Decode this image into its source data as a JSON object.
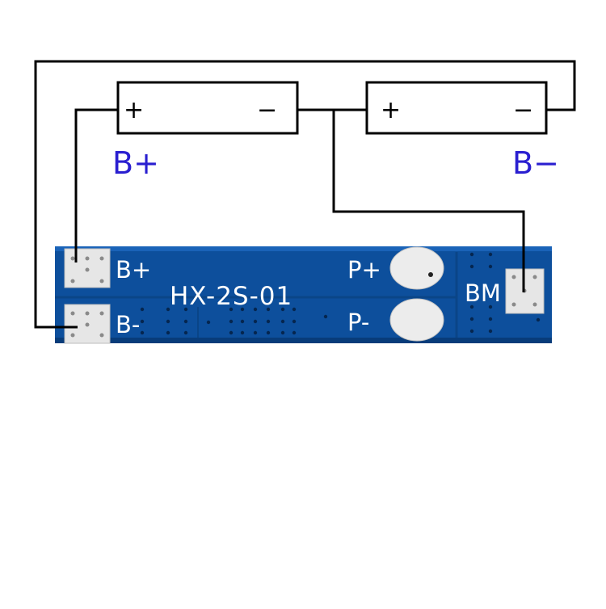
{
  "batteries": [
    {
      "plus": "+",
      "minus": "−"
    },
    {
      "plus": "+",
      "minus": "−"
    }
  ],
  "battery_labels": {
    "left": "B+",
    "right": "B−"
  },
  "pcb": {
    "model": "HX-2S-01",
    "pad_b_plus": "B+",
    "pad_b_minus": "B-",
    "pad_p_plus": "P+",
    "pad_p_minus": "P-",
    "pad_bm": "BM"
  },
  "colors": {
    "board": "#0d4f9c",
    "board_dark": "#083c7a",
    "label_blue": "#2a1fd0",
    "wire": "#000000",
    "silk": "#ffffff",
    "pad": "#e6e6e6"
  }
}
